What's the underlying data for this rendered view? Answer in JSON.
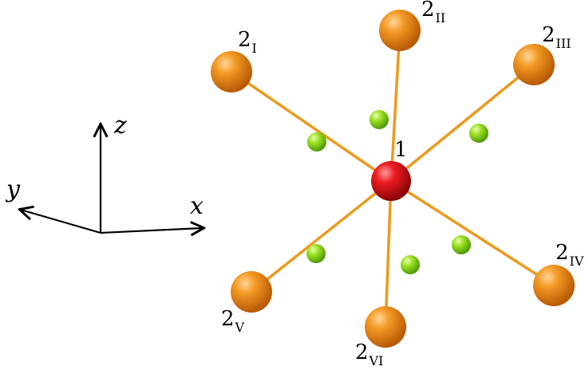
{
  "axes": {
    "x_label": "x",
    "y_label": "y",
    "z_label": "z"
  },
  "center": {
    "label": "1",
    "color": "#e0141a"
  },
  "neighbors": [
    {
      "id": "I",
      "label_main": "2",
      "label_sub": "I",
      "color": "#ef8a14"
    },
    {
      "id": "II",
      "label_main": "2",
      "label_sub": "II",
      "color": "#ef8a14"
    },
    {
      "id": "III",
      "label_main": "2",
      "label_sub": "III",
      "color": "#ef8a14"
    },
    {
      "id": "IV",
      "label_main": "2",
      "label_sub": "IV",
      "color": "#ef8a14"
    },
    {
      "id": "V",
      "label_main": "2",
      "label_sub": "V",
      "color": "#ef8a14"
    },
    {
      "id": "VI",
      "label_main": "2",
      "label_sub": "VI",
      "color": "#ef8a14"
    }
  ],
  "bridge_color": "#8fe01c",
  "bond_color": "#ec9a1e"
}
